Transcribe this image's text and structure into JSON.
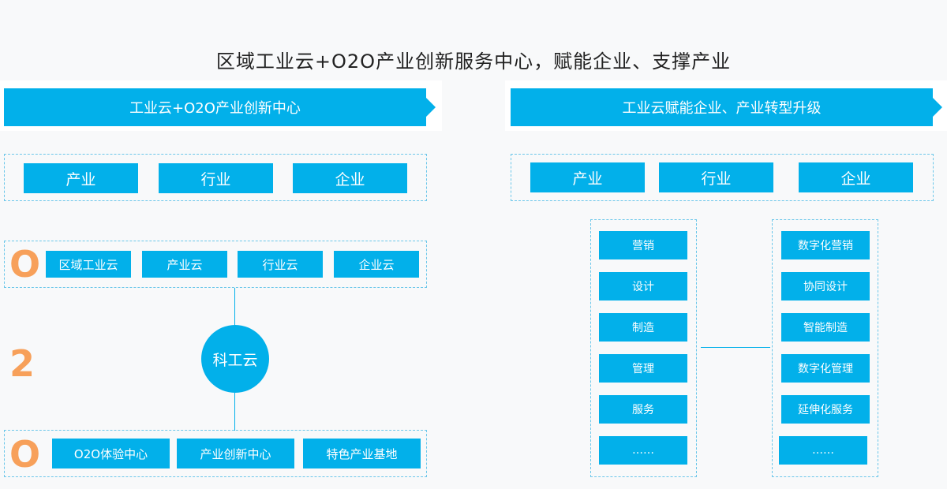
{
  "title": "区域工业云+O2O产业创新服务中心，赋能企业、支撑产业",
  "left": {
    "banner": "工业云+O2O产业创新中心",
    "top_row": [
      "产业",
      "行业",
      "企业"
    ],
    "o_top": "O",
    "clouds": [
      "区域工业云",
      "产业云",
      "行业云",
      "企业云"
    ],
    "two": "2",
    "center": "科工云",
    "o_bottom": "O",
    "centers": [
      "O2O体验中心",
      "产业创新中心",
      "特色产业基地"
    ]
  },
  "right": {
    "banner": "工业云赋能企业、产业转型升级",
    "top_row": [
      "产业",
      "行业",
      "企业"
    ],
    "col1": [
      "营销",
      "设计",
      "制造",
      "管理",
      "服务",
      "……"
    ],
    "col2": [
      "数字化营销",
      "协同设计",
      "智能制造",
      "数字化管理",
      "延伸化服务",
      "……"
    ]
  }
}
